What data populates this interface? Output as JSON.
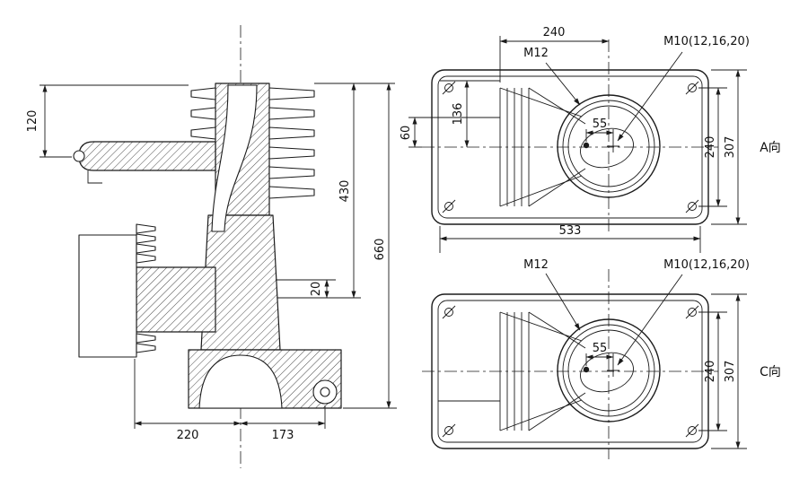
{
  "colors": {
    "line": "#1b1b1b",
    "background": "#ffffff"
  },
  "drawing": {
    "section_view": {
      "dim_120": "120",
      "dim_430": "430",
      "dim_660": "660",
      "dim_20": "20",
      "dim_220": "220",
      "dim_173": "173"
    },
    "view_a": {
      "label": "A向",
      "dim_240_top": "240",
      "thread_m12": "M12",
      "thread_m10": "M10(12,16,20)",
      "dim_136": "136",
      "dim_60": "60",
      "dim_55": "55",
      "dim_240_right": "240",
      "dim_307": "307"
    },
    "between_views": {
      "dim_533": "533"
    },
    "view_c": {
      "label": "C向",
      "thread_m12": "M12",
      "thread_m10": "M10(12,16,20)",
      "dim_55": "55",
      "dim_240_right": "240",
      "dim_307": "307"
    }
  }
}
